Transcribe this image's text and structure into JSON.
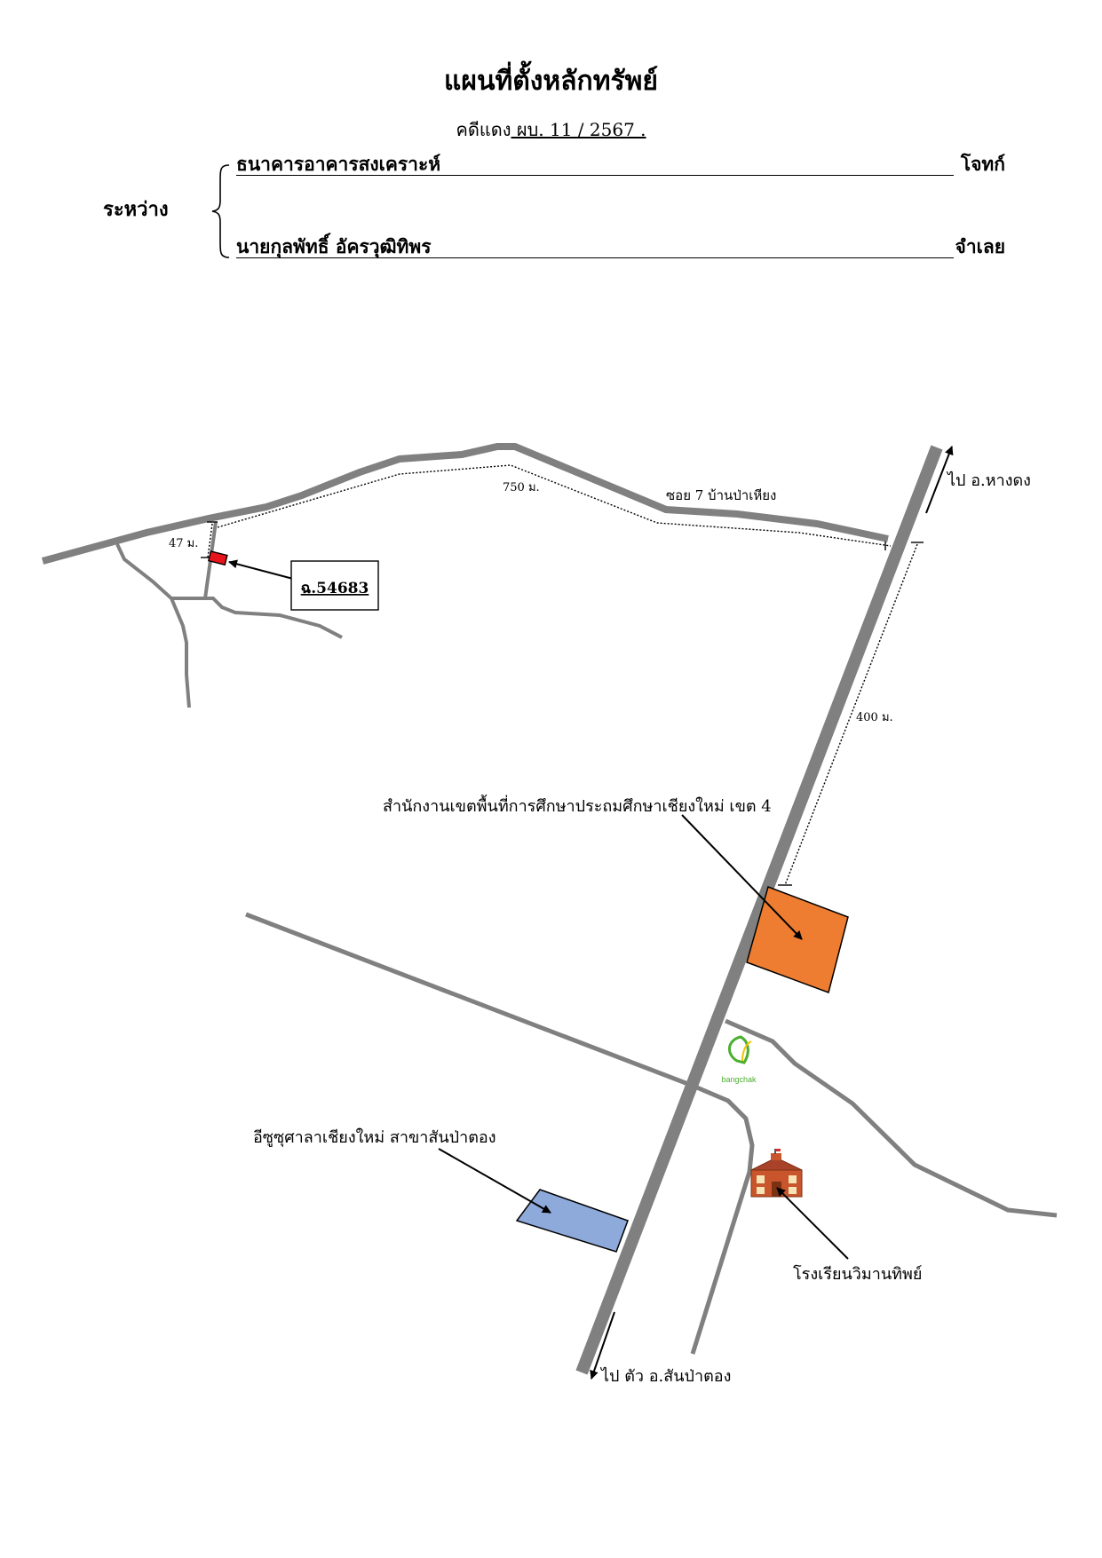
{
  "header": {
    "title": "แผนที่ตั้งหลักทรัพย์",
    "case_label": "คดีแดง",
    "case_number": " ผบ. 11 / 2567 . ",
    "between_label": "ระหว่าง",
    "plaintiff_name": "ธนาคารอาคารสงเคราะห์",
    "plaintiff_role": "โจทก์",
    "defendant_name": "นายกุลพัทธิ์ อัครวุฒิทิพร",
    "defendant_role": "จำเลย"
  },
  "map": {
    "labels": {
      "road_soi7": "ซอย 7 บ้านป่าเหียง",
      "distance_750": "750 ม.",
      "distance_47": "47 ม.",
      "distance_400": "400 ม.",
      "deed_number": "ฉ.54683",
      "to_hangdong": "ไป อ.หางดง",
      "to_sanpatong": "ไป ตัว อ.สันป่าตอง",
      "education_office": "สำนักงานเขตพื้นที่การศึกษาประถมศึกษาเชียงใหม่ เขต 4",
      "isuzu": "อีซูซุศาลาเชียงใหม่ สาขาสันป่าตอง",
      "school": "โรงเรียนวิมานทิพย์",
      "bangchak_logo": "bangchak"
    },
    "icons": {
      "property_marker": "red-rectangle",
      "school": "school-building-icon",
      "gas_station": "bangchak-logo-icon"
    },
    "colors": {
      "road": "#808080",
      "property": "#e8141c",
      "education_office": "#ee7d31",
      "isuzu": "#8eaadb",
      "bangchak_green": "#4caf2f",
      "school_brick": "#c8552b"
    }
  }
}
